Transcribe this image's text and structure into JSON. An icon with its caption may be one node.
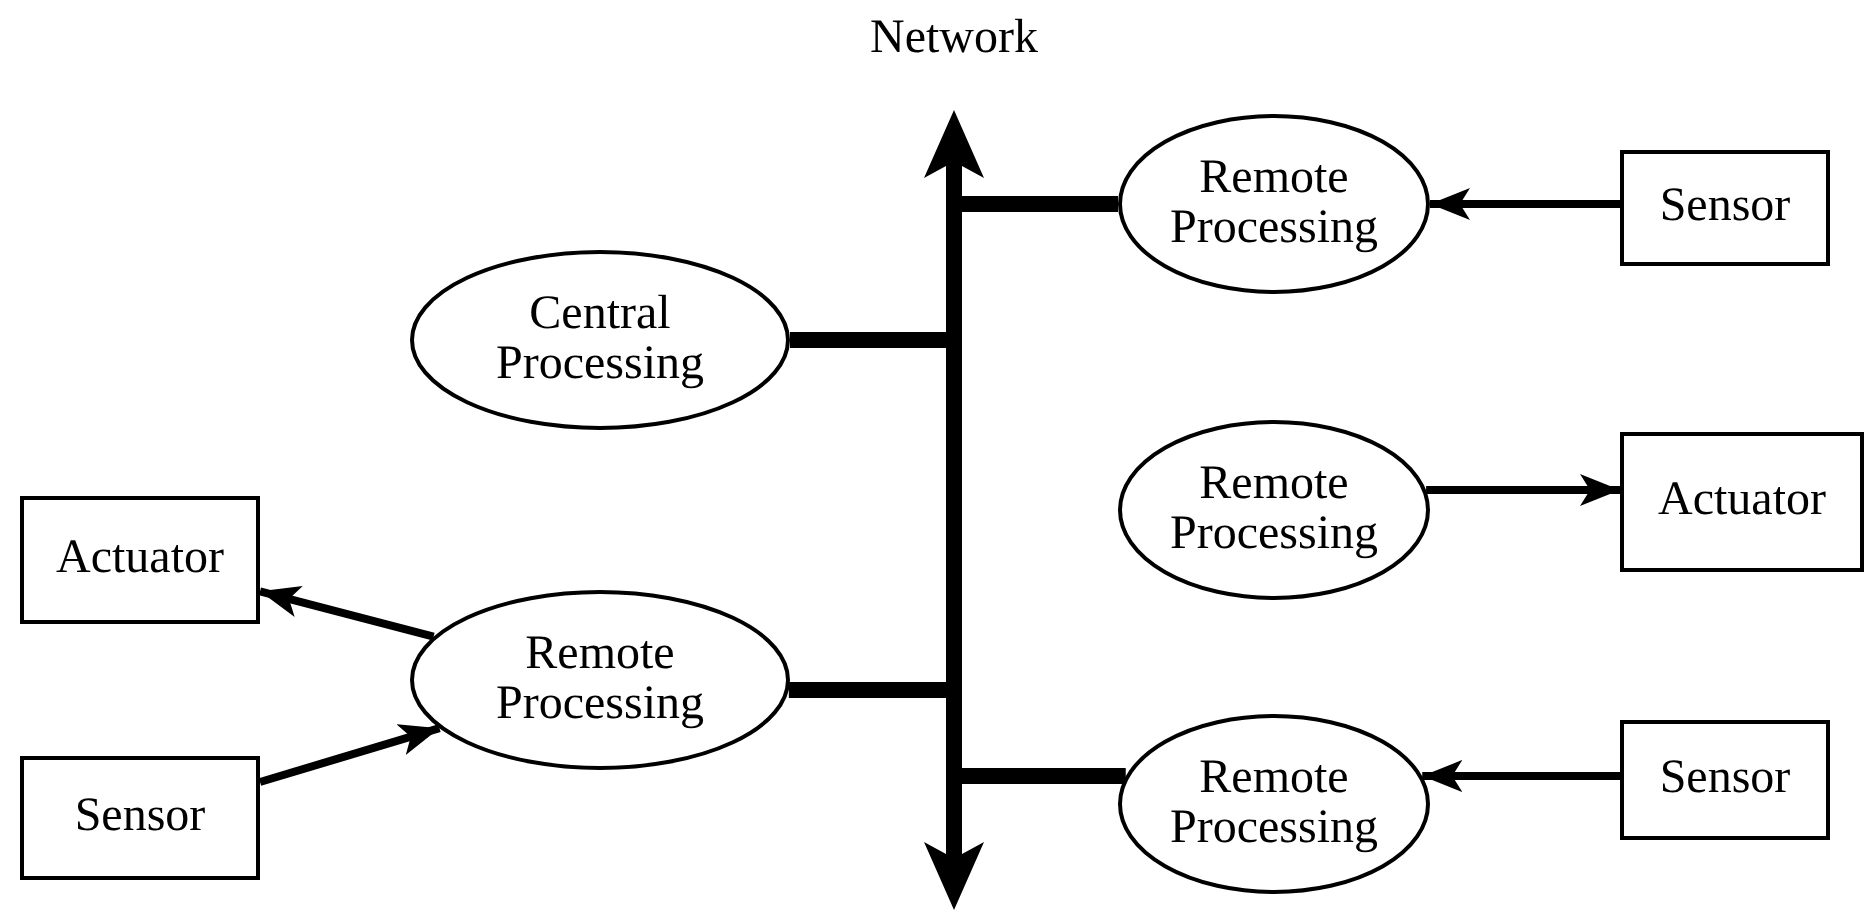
{
  "diagram": {
    "nodes": [
      {
        "text": [
          "Network"
        ]
      },
      {
        "text": [
          "Remote Processing"
        ]
      },
      {
        "text": [
          "Sensor"
        ]
      },
      {
        "text": [
          "Central Processing"
        ]
      },
      {
        "text": [
          "Remote Processing"
        ]
      },
      {
        "text": [
          "Actuator"
        ]
      },
      {
        "text": [
          "Actuator"
        ]
      },
      {
        "text": [
          "Remote Processing"
        ]
      },
      {
        "text": [
          "Sensor"
        ]
      },
      {
        "text": [
          "Remote Processing"
        ]
      },
      {
        "text": [
          "Sensor"
        ]
      }
    ],
    "edges": [
      {
        "from": 0,
        "to": 1,
        "arrow": "none",
        "style": "thick"
      },
      {
        "from": 2,
        "to": 1,
        "arrow": "to"
      },
      {
        "from": 0,
        "to": 3,
        "arrow": "none",
        "style": "thick"
      },
      {
        "from": 4,
        "to": 5,
        "arrow": "to"
      },
      {
        "from": 7,
        "to": 6,
        "arrow": "to"
      },
      {
        "from": 8,
        "to": 7,
        "arrow": "to"
      },
      {
        "from": 0,
        "to": 7,
        "arrow": "none",
        "style": "thick"
      },
      {
        "from": 0,
        "to": 9,
        "arrow": "none",
        "style": "thick"
      },
      {
        "from": 10,
        "to": 9,
        "arrow": "to"
      }
    ]
  }
}
